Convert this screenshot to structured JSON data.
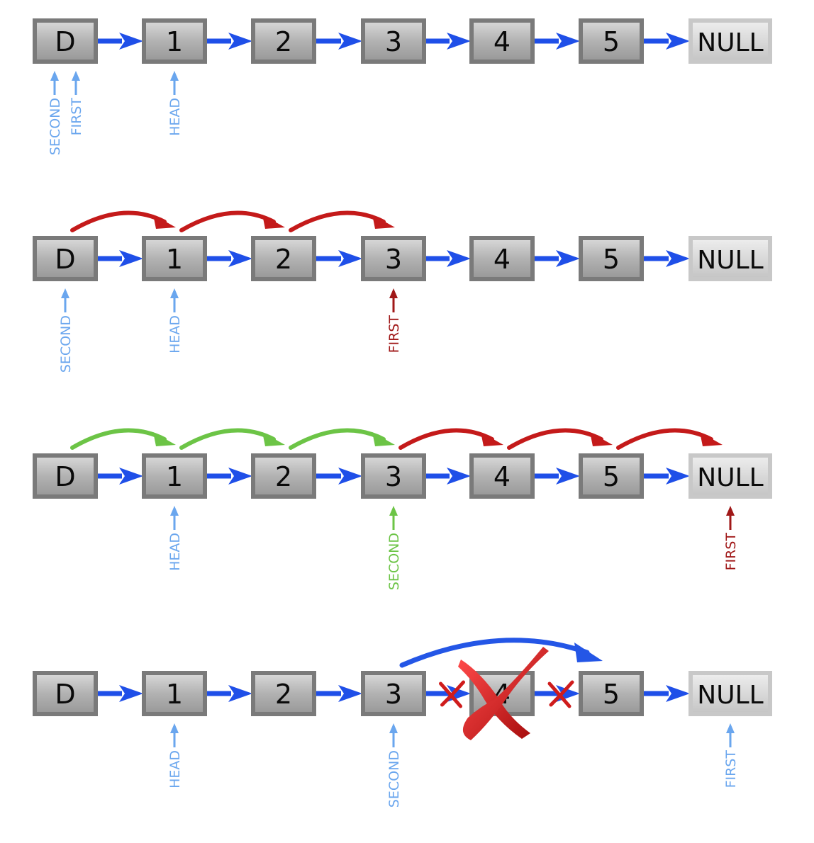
{
  "rows": [
    {
      "nodes": [
        "D",
        "1",
        "2",
        "3",
        "4",
        "5",
        "NULL"
      ],
      "pointers": [
        {
          "label": "SECOND",
          "node": 0,
          "shift": -1,
          "color": "#6aa6ee"
        },
        {
          "label": "FIRST",
          "node": 0,
          "shift": 1,
          "color": "#6aa6ee"
        },
        {
          "label": "HEAD",
          "node": 1,
          "shift": 0,
          "color": "#6aa6ee"
        }
      ],
      "hops": []
    },
    {
      "nodes": [
        "D",
        "1",
        "2",
        "3",
        "4",
        "5",
        "NULL"
      ],
      "pointers": [
        {
          "label": "SECOND",
          "node": 0,
          "shift": 0,
          "color": "#6aa6ee"
        },
        {
          "label": "HEAD",
          "node": 1,
          "shift": 0,
          "color": "#6aa6ee"
        },
        {
          "label": "FIRST",
          "node": 3,
          "shift": 0,
          "color": "#a01818"
        }
      ],
      "hops": [
        {
          "from": 0,
          "to": 1,
          "color": "#c41a1a"
        },
        {
          "from": 1,
          "to": 2,
          "color": "#c41a1a"
        },
        {
          "from": 2,
          "to": 3,
          "color": "#c41a1a"
        }
      ]
    },
    {
      "nodes": [
        "D",
        "1",
        "2",
        "3",
        "4",
        "5",
        "NULL"
      ],
      "pointers": [
        {
          "label": "HEAD",
          "node": 1,
          "shift": 0,
          "color": "#6aa6ee"
        },
        {
          "label": "SECOND",
          "node": 3,
          "shift": 0,
          "color": "#6cc446"
        },
        {
          "label": "FIRST",
          "node": 6,
          "shift": 0,
          "color": "#a01818"
        }
      ],
      "hops": [
        {
          "from": 0,
          "to": 1,
          "color": "#6cc446"
        },
        {
          "from": 1,
          "to": 2,
          "color": "#6cc446"
        },
        {
          "from": 2,
          "to": 3,
          "color": "#6cc446"
        },
        {
          "from": 3,
          "to": 4,
          "color": "#c41a1a"
        },
        {
          "from": 4,
          "to": 5,
          "color": "#c41a1a"
        },
        {
          "from": 5,
          "to": 6,
          "color": "#c41a1a"
        }
      ]
    },
    {
      "nodes": [
        "D",
        "1",
        "2",
        "3",
        "4",
        "5",
        "NULL"
      ],
      "pointers": [
        {
          "label": "HEAD",
          "node": 1,
          "shift": 0,
          "color": "#6aa6ee"
        },
        {
          "label": "SECOND",
          "node": 3,
          "shift": 0,
          "color": "#6aa6ee"
        },
        {
          "label": "FIRST",
          "node": 6,
          "shift": 0,
          "color": "#6aa6ee"
        }
      ],
      "hops": [],
      "bypass": {
        "from": 3,
        "to": 5,
        "color": "#2456e6"
      },
      "removed_node": 4,
      "broken_links": [
        3,
        4
      ]
    }
  ],
  "colors": {
    "link": "#1f4fe8",
    "node_fill": "#a9a9a9",
    "null_fill": "#d2d2d2",
    "cross": "#cf1c1c"
  }
}
